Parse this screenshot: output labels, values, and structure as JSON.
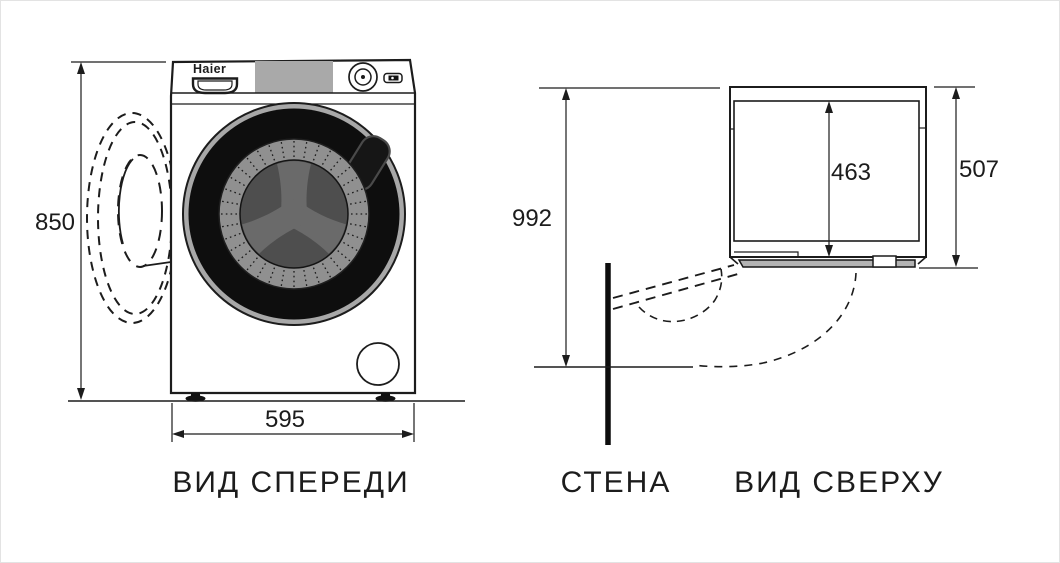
{
  "diagram": {
    "brand_logo": "Haier",
    "labels": {
      "front_view": "ВИД СПЕРЕДИ",
      "wall": "СТЕНА",
      "top_view": "ВИД СВЕРХУ"
    },
    "dimensions_mm": {
      "height": "850",
      "width": "595",
      "door_open_clearance": "992",
      "lid_depth": "463",
      "depth": "507"
    },
    "colors": {
      "line": "#1c1c1c",
      "panel_gray": "#a9a9a9",
      "door_rim_gray": "#a8a8a8",
      "glass_black": "#0e0e0e",
      "drum_ring_gray": "#909090",
      "drum_face_gray": "#4e4e4e",
      "paddle_gray": "#6a6a6a",
      "front_strip_gray": "#b3b3b3"
    }
  }
}
